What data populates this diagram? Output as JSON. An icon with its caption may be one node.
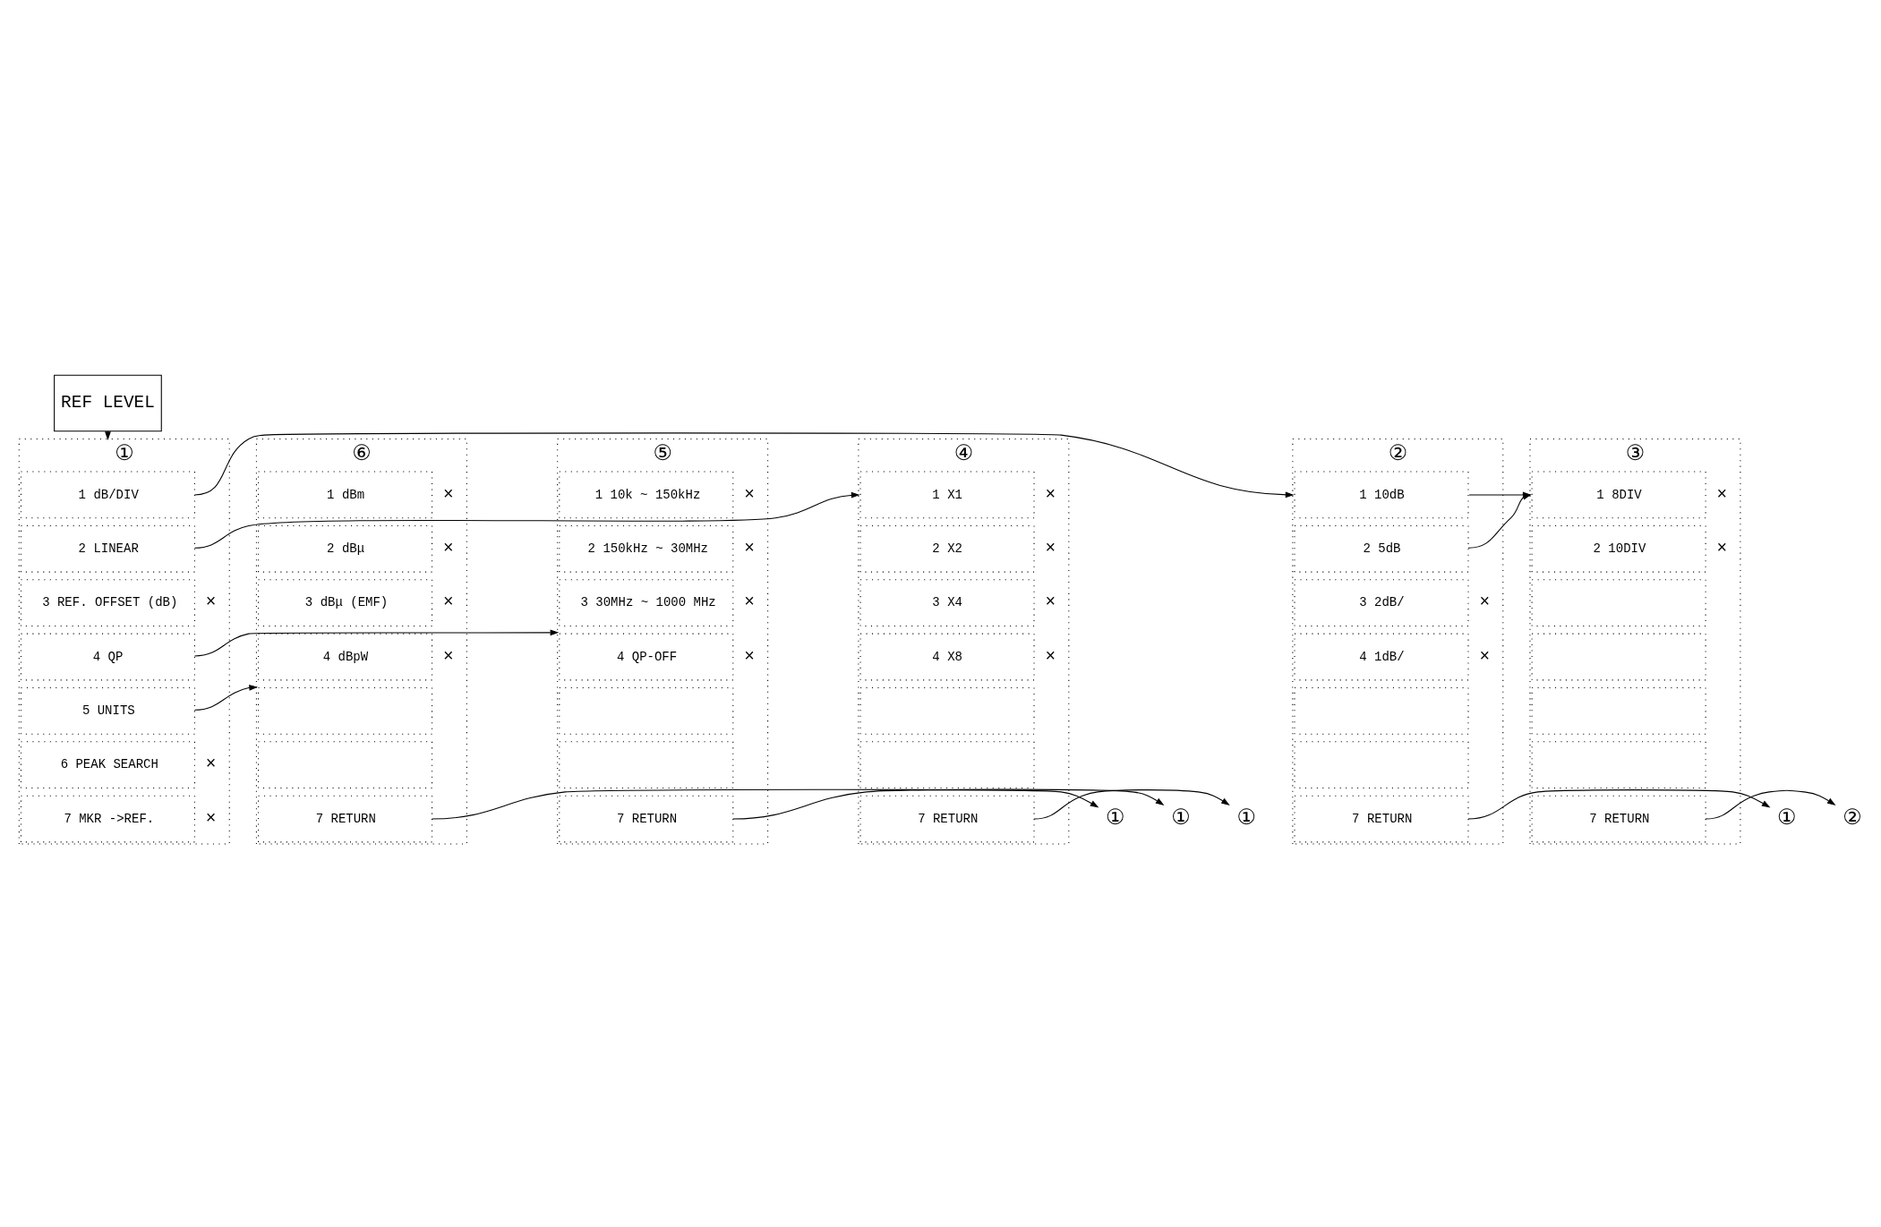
{
  "diagram": {
    "nodes": [
      {
        "text": [
          "REF LEVEL"
        ]
      },
      {
        "text": [
          "①"
        ]
      },
      {
        "text": [
          "1 dB/DIV"
        ],
        "in": 1
      },
      {
        "text": [
          "2 LINEAR"
        ],
        "in": 1
      },
      {
        "text": [
          "3 REF. OFFSET (dB)"
        ],
        "in": 1,
        "beside": [
          "×"
        ]
      },
      {
        "text": [
          "4 QP"
        ],
        "in": 1
      },
      {
        "text": [
          "5 UNITS"
        ],
        "in": 1
      },
      {
        "text": [
          "6 PEAK SEARCH"
        ],
        "in": 1,
        "beside": [
          "×"
        ]
      },
      {
        "text": [
          "7 MKR ->REF."
        ],
        "in": 1,
        "beside": [
          "×"
        ]
      },
      {
        "text": [
          "⑥"
        ]
      },
      {
        "text": [
          "1 dBm"
        ],
        "in": 9,
        "beside": [
          "×"
        ]
      },
      {
        "text": [
          "2 dBμ"
        ],
        "in": 9,
        "beside": [
          "×"
        ]
      },
      {
        "text": [
          "3 dBμ (EMF)"
        ],
        "in": 9,
        "beside": [
          "×"
        ]
      },
      {
        "text": [
          "4 dBpW"
        ],
        "in": 9,
        "beside": [
          "×"
        ]
      },
      {
        "text": [],
        "shape": "box",
        "in": 9
      },
      {
        "text": [],
        "shape": "box",
        "in": 9
      },
      {
        "text": [
          "7 RETURN"
        ],
        "in": 9
      },
      {
        "text": [
          "①"
        ]
      },
      {
        "text": [
          "⑤"
        ]
      },
      {
        "text": [
          "1 10k ~ 150kHz"
        ],
        "in": 18,
        "beside": [
          "×"
        ]
      },
      {
        "text": [
          "2 150kHz ~ 30MHz"
        ],
        "in": 18,
        "beside": [
          "×"
        ]
      },
      {
        "text": [
          "3 30MHz ~ 1000 MHz"
        ],
        "in": 18,
        "beside": [
          "×"
        ]
      },
      {
        "text": [
          "4 QP-OFF"
        ],
        "in": 18,
        "beside": [
          "×"
        ]
      },
      {
        "text": [],
        "shape": "box",
        "in": 18
      },
      {
        "text": [],
        "shape": "box",
        "in": 18
      },
      {
        "text": [
          "7 RETURN"
        ],
        "in": 18
      },
      {
        "text": [
          "①"
        ]
      },
      {
        "text": [
          "④"
        ]
      },
      {
        "text": [
          "1 X1"
        ],
        "in": 27,
        "beside": [
          "×"
        ]
      },
      {
        "text": [
          "2 X2"
        ],
        "in": 27,
        "beside": [
          "×"
        ]
      },
      {
        "text": [
          "3 X4"
        ],
        "in": 27,
        "beside": [
          "×"
        ]
      },
      {
        "text": [
          "4 X8"
        ],
        "in": 27,
        "beside": [
          "×"
        ]
      },
      {
        "text": [],
        "shape": "box",
        "in": 27
      },
      {
        "text": [],
        "shape": "box",
        "in": 27
      },
      {
        "text": [
          "7 RETURN"
        ],
        "in": 27
      },
      {
        "text": [
          "①"
        ]
      },
      {
        "text": [
          "②"
        ]
      },
      {
        "text": [
          "1 10dB"
        ],
        "in": 36
      },
      {
        "text": [
          "2 5dB"
        ],
        "in": 36
      },
      {
        "text": [
          "3 2dB/"
        ],
        "in": 36,
        "beside": [
          "×"
        ]
      },
      {
        "text": [
          "4 1dB/"
        ],
        "in": 36,
        "beside": [
          "×"
        ]
      },
      {
        "text": [],
        "shape": "box",
        "in": 36
      },
      {
        "text": [],
        "shape": "box",
        "in": 36
      },
      {
        "text": [
          "7 RETURN"
        ],
        "in": 36
      },
      {
        "text": [
          "①"
        ]
      },
      {
        "text": [
          "③"
        ]
      },
      {
        "text": [
          "1 8DIV"
        ],
        "in": 45,
        "beside": [
          "×"
        ]
      },
      {
        "text": [
          "2 10DIV"
        ],
        "in": 45,
        "beside": [
          "×"
        ]
      },
      {
        "text": [],
        "shape": "box",
        "in": 45
      },
      {
        "text": [],
        "shape": "box",
        "in": 45
      },
      {
        "text": [],
        "shape": "box",
        "in": 45
      },
      {
        "text": [],
        "shape": "box",
        "in": 45
      },
      {
        "text": [
          "7 RETURN"
        ],
        "in": 45
      },
      {
        "text": [
          "②"
        ]
      }
    ],
    "edges": [
      {
        "from": 0,
        "to": 1,
        "arrow": "to"
      },
      {
        "from": 2,
        "to": 36,
        "arrow": "to"
      },
      {
        "from": 3,
        "to": 27,
        "arrow": "to"
      },
      {
        "from": 5,
        "to": 18,
        "arrow": "to"
      },
      {
        "from": 6,
        "to": 9,
        "arrow": "to"
      },
      {
        "from": 16,
        "to": 17,
        "arrow": "to"
      },
      {
        "from": 25,
        "to": 26,
        "arrow": "to"
      },
      {
        "from": 34,
        "to": 35,
        "arrow": "to"
      },
      {
        "from": 37,
        "to": 45,
        "arrow": "to"
      },
      {
        "from": 38,
        "to": 45,
        "arrow": "to"
      },
      {
        "from": 43,
        "to": 44,
        "arrow": "to"
      },
      {
        "from": 52,
        "to": 53,
        "arrow": "to"
      }
    ]
  }
}
